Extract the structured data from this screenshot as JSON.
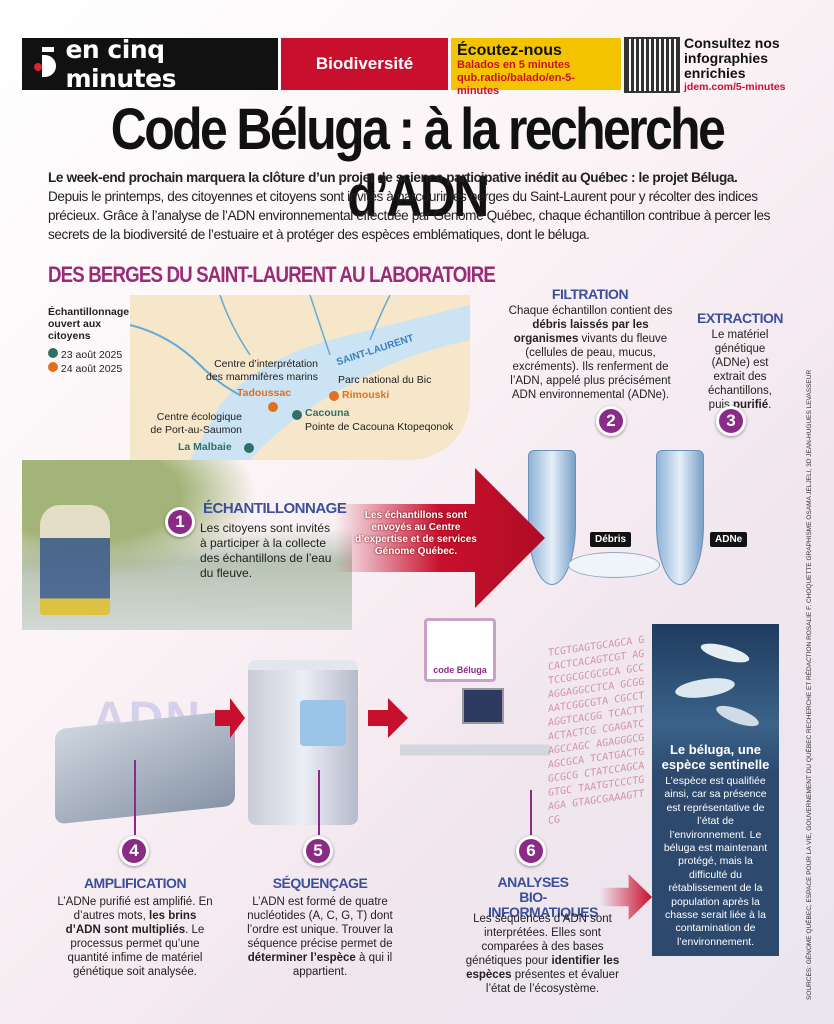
{
  "header": {
    "brand": "en cinq minutes",
    "section": "Biodiversité",
    "podcast_title": "Écoutez-nous",
    "podcast_sub": "Balados en 5 minutes",
    "podcast_url": "qub.radio/balado/en-5-minutes",
    "info_title": "Consultez nos infographies enrichies",
    "info_url": "jdem.com/5-minutes"
  },
  "title": "Code Béluga : à la recherche d’ADN",
  "intro": {
    "lead": "Le week-end prochain marquera la clôture d’un projet de science participative inédit au Québec : le projet Béluga.",
    "body": "Depuis le printemps, des citoyennes et citoyens sont invités à parcourir les berges du Saint-Laurent pour y récolter des indices précieux. Grâce à l’analyse de l’ADN environnemental effectuée par Génome Québec, chaque échantillon contribue à percer les secrets de la biodiversité de l’estuaire et à protéger des espèces emblématiques, dont le béluga."
  },
  "section_title": "DES BERGES DU SAINT-LAURENT AU LABORATOIRE",
  "map": {
    "legend_title": "Échantillonnage ouvert aux citoyens",
    "legend": [
      {
        "label": "23 août 2025",
        "color": "#2f6f6a"
      },
      {
        "label": "24 août 2025",
        "color": "#e07020"
      }
    ],
    "river": "SAINT-LAURENT",
    "places": [
      {
        "name": "Tadoussac",
        "desc": "Centre d’interprétation des mammifères marins"
      },
      {
        "name": "Rimouski",
        "desc": "Parc national du Bic"
      },
      {
        "name": "Cacouna",
        "desc": "Pointe de Cacouna Ktopeqonok"
      },
      {
        "name": "La Malbaie",
        "desc": "Centre écologique de Port-au-Saumon"
      }
    ]
  },
  "steps": [
    {
      "n": "1",
      "title": "ÉCHANTILLONNAGE",
      "text": "Les citoyens sont invités à participer à la collecte des échantillons de l’eau du fleuve."
    },
    {
      "n": "2",
      "title": "FILTRATION",
      "pre": "Chaque échantillon contient des ",
      "bold": "débris laissés par les organismes",
      "post": " vivants du fleuve (cellules de peau, mucus, excréments). Ils renferment de l’ADN, appelé plus précisément ADN environnemental (ADNe)."
    },
    {
      "n": "3",
      "title": "EXTRACTION",
      "pre": "Le matériel génétique (ADNe) est extrait des échantillons, puis ",
      "bold": "purifié",
      "post": "."
    },
    {
      "n": "4",
      "title": "AMPLIFICATION",
      "pre": "L’ADNe purifié est amplifié. En d’autres mots, ",
      "bold": "les brins d’ADN sont multipliés",
      "post": ". Le processus permet qu’une quantité infime de matériel génétique soit analysée."
    },
    {
      "n": "5",
      "title": "SÉQUENÇAGE",
      "pre": "L’ADN est formé de quatre nucléotides (A, C, G, T) dont l’ordre est unique. Trouver la séquence précise permet de ",
      "bold": "déterminer l’espèce",
      "post": " à qui il appartient."
    },
    {
      "n": "6",
      "title": "ANALYSES BIO-INFORMATIQUES",
      "pre": "Les séquences d’ADN sont interprétées. Elles sont comparées à des bases génétiques pour ",
      "bold": "identifier les espèces",
      "post": " présentes et évaluer l’état de l’écosystème."
    }
  ],
  "arrow_text": "Les échantillons sont envoyés au Centre d’expertise et de services Génome Québec.",
  "tube_labels": {
    "debris": "Débris",
    "adne": "ADNe"
  },
  "adn_label": "ADN",
  "screen_logo": "code Béluga",
  "dna_seq": "TCGTGAGTGCAGCA GCACTCACAGTCGT AGTCCGCGCGCGCA GCCAGGAGGCCTCA GCGGAATCGGCGTA CGCCTAGGTCACGG TCACTTACTACTCG CGAGATCAGCCAGC AGAGGGCGAGCGCA TCATGACTGGCGCG CTATCCAGCAGTGC TAATGTCCCTGAGA GTAGCGAAAGTTCG",
  "sentinel": {
    "title": "Le béluga, une espèce sentinelle",
    "text": "L’espèce est qualifiée ainsi, car sa présence est représentative de l’état de l’environnement. Le béluga est maintenant protégé, mais la difficulté du rétablissement de la population après la chasse serait liée à la contamination de l’environnement."
  },
  "credits": "SOURCES: GÉNOME QUÉBEC, ESPACE POUR LA VIE, GOUVERNEMENT DU QUÉBEC RECHERCHE ET RÉDACTION ROSALIE F. CHOQUETTE GRAPHISME OSAMA JELJELI, 3D JEAN-HUGUES LEVASSEUR",
  "colors": {
    "red": "#c8102e",
    "yellow": "#f5c400",
    "purple": "#8a2c86",
    "blue": "#3b4f9a",
    "navy": "#2d4a6e"
  }
}
